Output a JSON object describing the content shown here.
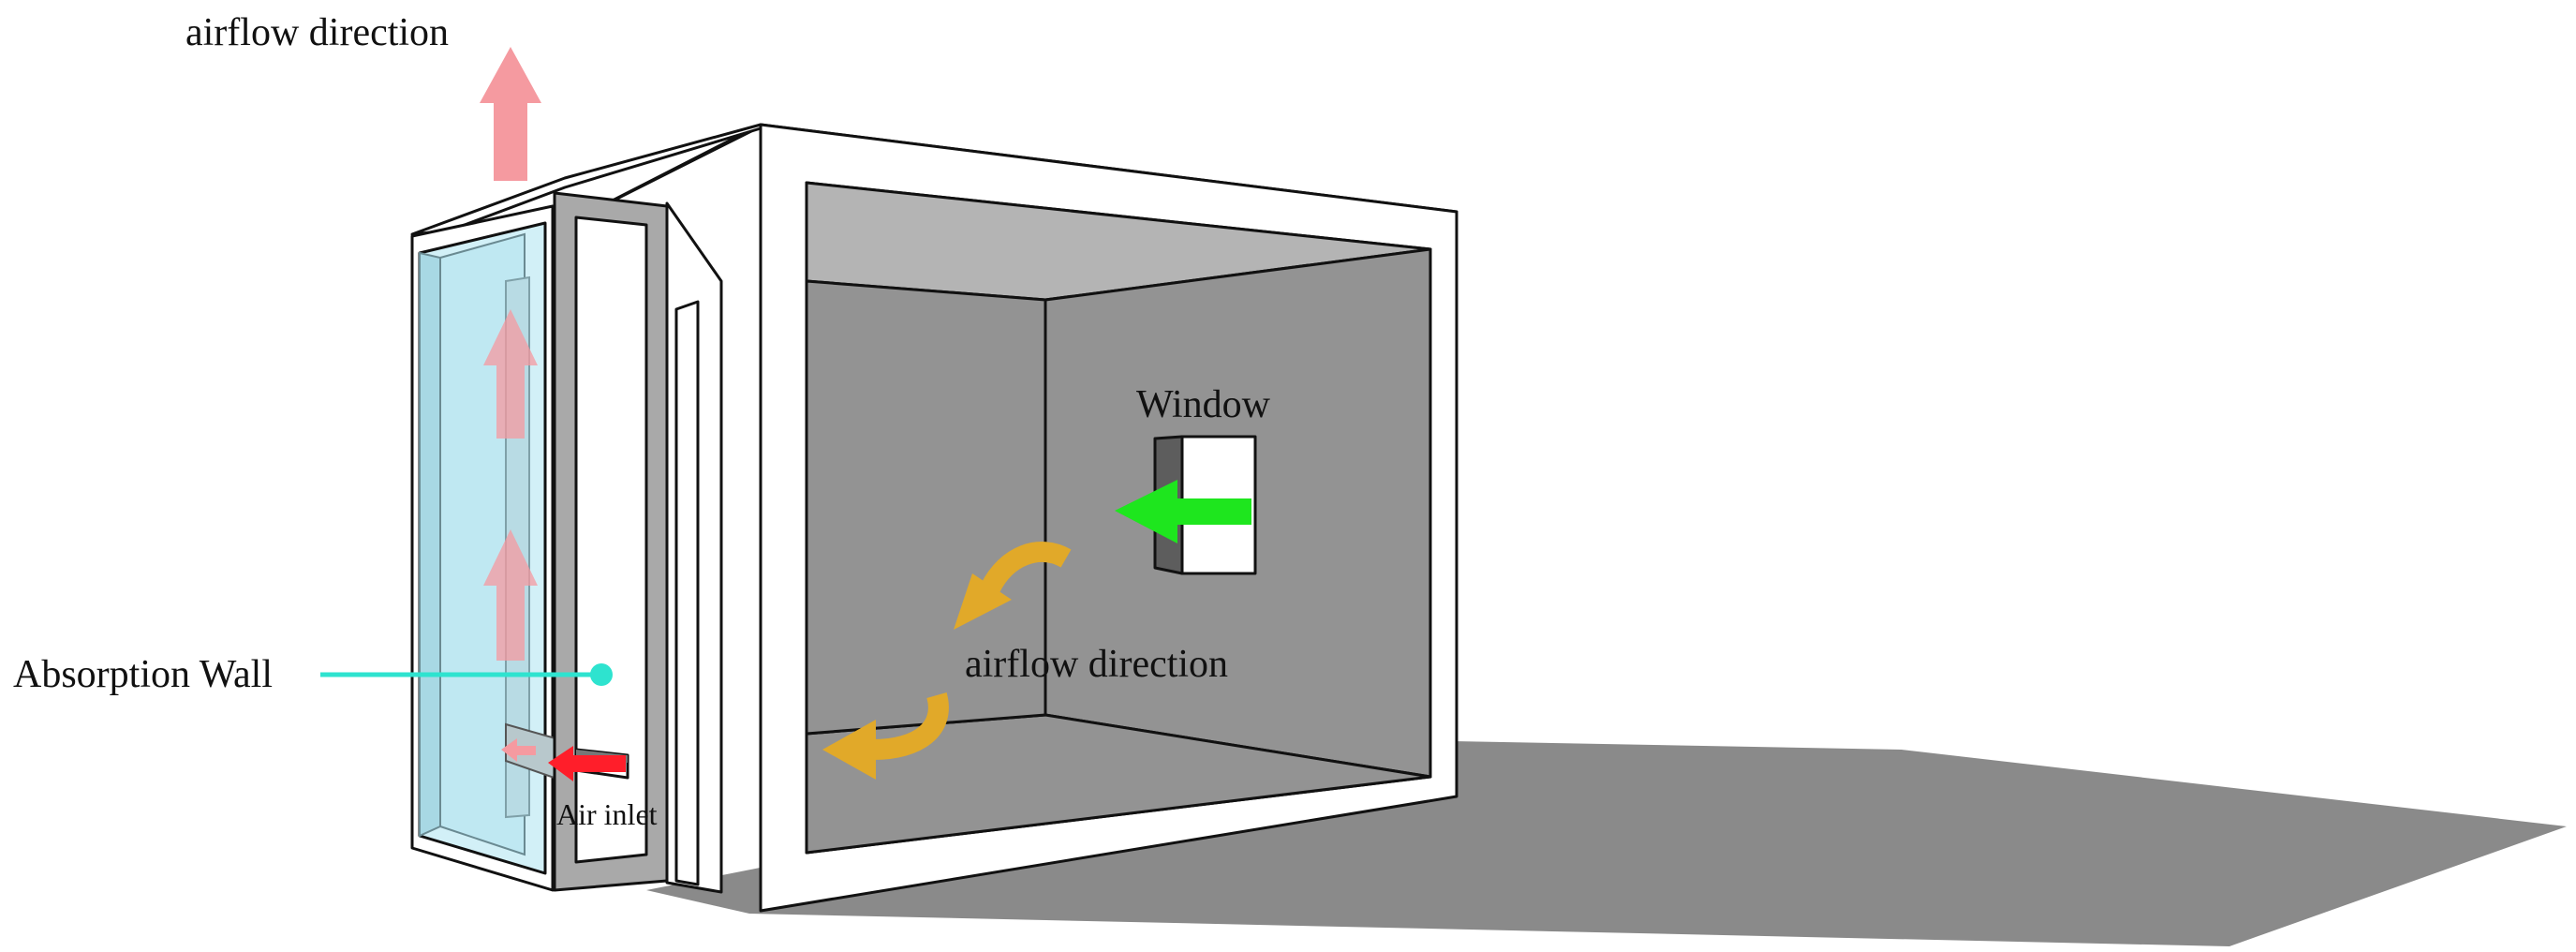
{
  "labels": {
    "airflow_top": "airflow direction",
    "window": "Window",
    "airflow_room": "airflow direction",
    "absorption_wall": "Absorption Wall",
    "air_inlet": "Air inlet"
  },
  "colors": {
    "background": "#ffffff",
    "shadow": "#8a8a8a",
    "wall_gray": "#939393",
    "ceiling_gray": "#b4b4b4",
    "frame_white": "#ffffff",
    "glass": "#cdeef6",
    "pink_arrow": "#f59aa0",
    "red_arrow": "#ff1e2a",
    "green_arrow": "#1ee61e",
    "orange_arrow": "#e1a929",
    "absorption_marker": "#2ee3cf"
  },
  "icons": {
    "airflow_up": "up-arrow",
    "airflow_in": "left-arrow",
    "airflow_curve": "curved-arrow",
    "marker": "dot-leader"
  }
}
